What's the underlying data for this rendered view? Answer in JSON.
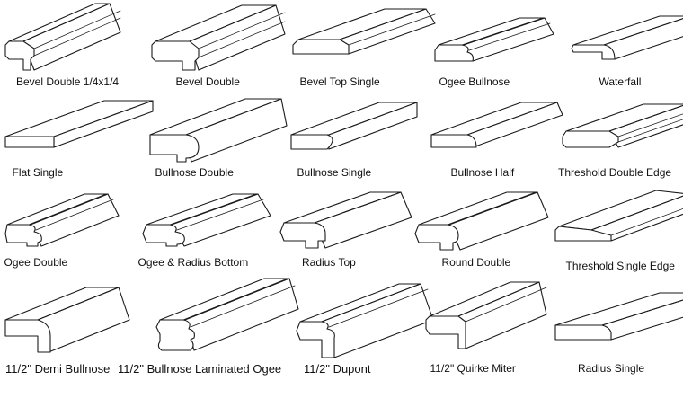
{
  "profiles": [
    {
      "name": "Bevel Double 1/4x1/4",
      "shape": "bevel-double-step"
    },
    {
      "name": "Bevel Double",
      "shape": "bevel-double"
    },
    {
      "name": "Bevel Top Single",
      "shape": "bevel-top"
    },
    {
      "name": "Ogee Bullnose",
      "shape": "ogee-bullnose"
    },
    {
      "name": "Waterfall",
      "shape": "waterfall"
    },
    {
      "name": "Flat Single",
      "shape": "flat"
    },
    {
      "name": "Bullnose Double",
      "shape": "bullnose-double"
    },
    {
      "name": "Bullnose Single",
      "shape": "bullnose-single"
    },
    {
      "name": "Bullnose Half",
      "shape": "bullnose-half"
    },
    {
      "name": "Threshold Double Edge",
      "shape": "threshold-double"
    },
    {
      "name": "Ogee Double",
      "shape": "ogee-double"
    },
    {
      "name": "Ogee & Radius Bottom",
      "shape": "ogee-radius"
    },
    {
      "name": "Radius Top",
      "shape": "radius-top"
    },
    {
      "name": "Round Double",
      "shape": "round-double"
    },
    {
      "name": "Threshold Single Edge",
      "shape": "threshold-single"
    },
    {
      "name": "11/2\" Demi Bullnose",
      "shape": "demi-bullnose"
    },
    {
      "name": "11/2\" Bullnose Laminated Ogee",
      "shape": "laminated-ogee"
    },
    {
      "name": "11/2\" Dupont",
      "shape": "dupont"
    },
    {
      "name": "11/2\" Quirke Miter",
      "shape": "quirke-miter"
    },
    {
      "name": "Radius Single",
      "shape": "radius-single"
    }
  ]
}
